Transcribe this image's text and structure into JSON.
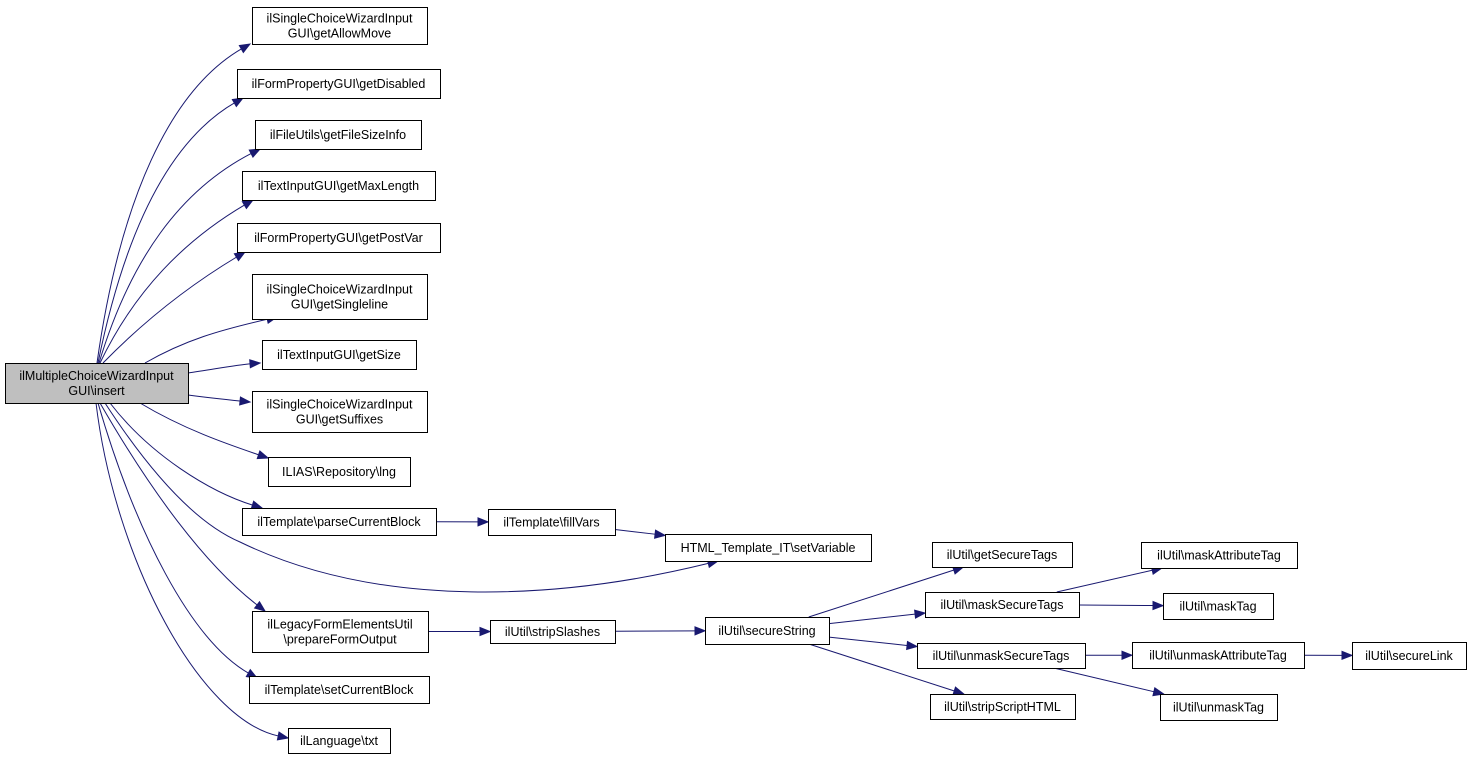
{
  "diagram": {
    "type": "call-graph",
    "colors": {
      "edge": "#191970",
      "root_fill": "#bfbfbf",
      "node_fill": "#ffffff",
      "node_border": "#000000"
    },
    "nodes": [
      {
        "id": "root",
        "lines": [
          "ilMultipleChoiceWizardInput",
          "GUI\\insert"
        ],
        "root": true
      },
      {
        "id": "getAllowMove",
        "lines": [
          "ilSingleChoiceWizardInput",
          "GUI\\getAllowMove"
        ]
      },
      {
        "id": "getDisabled",
        "lines": [
          "ilFormPropertyGUI\\getDisabled"
        ]
      },
      {
        "id": "getFileSizeInfo",
        "lines": [
          "ilFileUtils\\getFileSizeInfo"
        ]
      },
      {
        "id": "getMaxLength",
        "lines": [
          "ilTextInputGUI\\getMaxLength"
        ]
      },
      {
        "id": "getPostVar",
        "lines": [
          "ilFormPropertyGUI\\getPostVar"
        ]
      },
      {
        "id": "getSingleline",
        "lines": [
          "ilSingleChoiceWizardInput",
          "GUI\\getSingleline"
        ]
      },
      {
        "id": "getSize",
        "lines": [
          "ilTextInputGUI\\getSize"
        ]
      },
      {
        "id": "getSuffixes",
        "lines": [
          "ilSingleChoiceWizardInput",
          "GUI\\getSuffixes"
        ]
      },
      {
        "id": "lng",
        "lines": [
          "ILIAS\\Repository\\lng"
        ]
      },
      {
        "id": "parseCurrentBlock",
        "lines": [
          "ilTemplate\\parseCurrentBlock"
        ]
      },
      {
        "id": "fillVars",
        "lines": [
          "ilTemplate\\fillVars"
        ]
      },
      {
        "id": "setVariable",
        "lines": [
          "HTML_Template_IT\\setVariable"
        ]
      },
      {
        "id": "prepareFormOutput",
        "lines": [
          "ilLegacyFormElementsUtil",
          "\\prepareFormOutput"
        ]
      },
      {
        "id": "stripSlashes",
        "lines": [
          "ilUtil\\stripSlashes"
        ]
      },
      {
        "id": "secureString",
        "lines": [
          "ilUtil\\secureString"
        ]
      },
      {
        "id": "getSecureTags",
        "lines": [
          "ilUtil\\getSecureTags"
        ]
      },
      {
        "id": "maskSecureTags",
        "lines": [
          "ilUtil\\maskSecureTags"
        ]
      },
      {
        "id": "unmaskSecureTags",
        "lines": [
          "ilUtil\\unmaskSecureTags"
        ]
      },
      {
        "id": "stripScriptHTML",
        "lines": [
          "ilUtil\\stripScriptHTML"
        ]
      },
      {
        "id": "maskAttributeTag",
        "lines": [
          "ilUtil\\maskAttributeTag"
        ]
      },
      {
        "id": "maskTag",
        "lines": [
          "ilUtil\\maskTag"
        ]
      },
      {
        "id": "unmaskAttributeTag",
        "lines": [
          "ilUtil\\unmaskAttributeTag"
        ]
      },
      {
        "id": "unmaskTag",
        "lines": [
          "ilUtil\\unmaskTag"
        ]
      },
      {
        "id": "secureLink",
        "lines": [
          "ilUtil\\secureLink"
        ]
      },
      {
        "id": "setCurrentBlock",
        "lines": [
          "ilTemplate\\setCurrentBlock"
        ]
      },
      {
        "id": "txt",
        "lines": [
          "ilLanguage\\txt"
        ]
      }
    ],
    "edges": [
      [
        "root",
        "getAllowMove"
      ],
      [
        "root",
        "getDisabled"
      ],
      [
        "root",
        "getFileSizeInfo"
      ],
      [
        "root",
        "getMaxLength"
      ],
      [
        "root",
        "getPostVar"
      ],
      [
        "root",
        "getSingleline"
      ],
      [
        "root",
        "getSize"
      ],
      [
        "root",
        "getSuffixes"
      ],
      [
        "root",
        "lng"
      ],
      [
        "root",
        "parseCurrentBlock"
      ],
      [
        "root",
        "setVariable"
      ],
      [
        "root",
        "prepareFormOutput"
      ],
      [
        "root",
        "setCurrentBlock"
      ],
      [
        "root",
        "txt"
      ],
      [
        "parseCurrentBlock",
        "fillVars"
      ],
      [
        "fillVars",
        "setVariable"
      ],
      [
        "prepareFormOutput",
        "stripSlashes"
      ],
      [
        "stripSlashes",
        "secureString"
      ],
      [
        "secureString",
        "getSecureTags"
      ],
      [
        "secureString",
        "maskSecureTags"
      ],
      [
        "secureString",
        "unmaskSecureTags"
      ],
      [
        "secureString",
        "stripScriptHTML"
      ],
      [
        "maskSecureTags",
        "maskAttributeTag"
      ],
      [
        "maskSecureTags",
        "maskTag"
      ],
      [
        "unmaskSecureTags",
        "unmaskAttributeTag"
      ],
      [
        "unmaskSecureTags",
        "unmaskTag"
      ],
      [
        "unmaskAttributeTag",
        "secureLink"
      ]
    ]
  }
}
